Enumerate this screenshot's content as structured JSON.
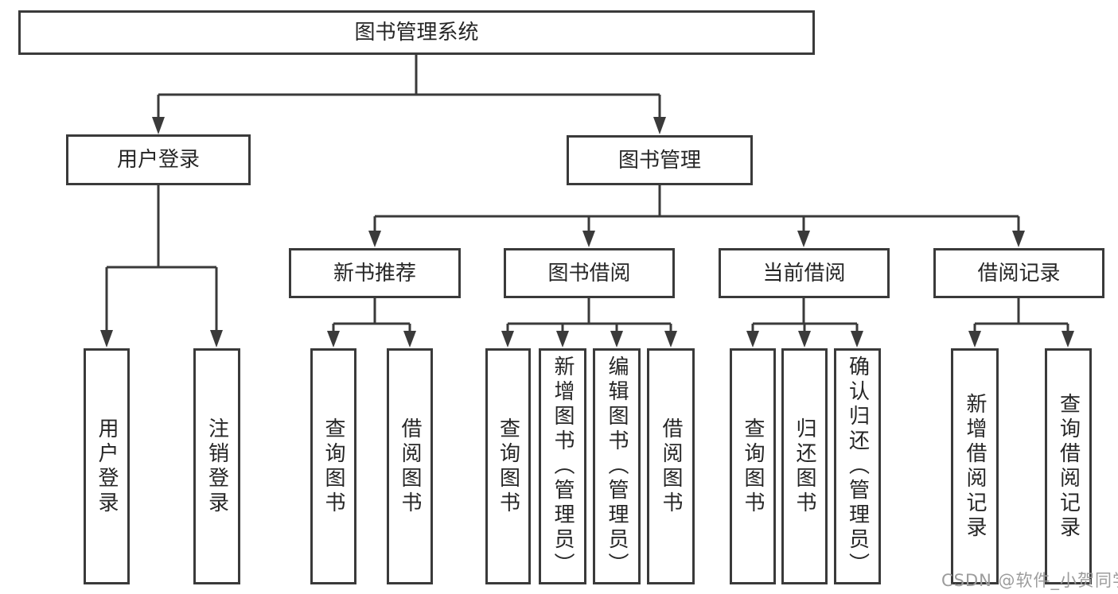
{
  "nodes": {
    "root": "图书管理系统",
    "level2": [
      "用户登录",
      "图书管理"
    ],
    "level3": [
      "新书推荐",
      "图书借阅",
      "当前借阅",
      "借阅记录"
    ],
    "leaves_user_login": [
      "用户登录",
      "注销登录"
    ],
    "leaves_new_book": [
      "查询图书",
      "借阅图书"
    ],
    "leaves_book_borrow": [
      "查询图书",
      "新增图书（管理员）",
      "编辑图书（管理员）",
      "借阅图书"
    ],
    "leaves_current_borrow": [
      "查询图书",
      "归还图书",
      "确认归还（管理员）"
    ],
    "leaves_borrow_record": [
      "新增借阅记录",
      "查询借阅记录"
    ]
  },
  "watermark": "CSDN @软件_小贺同学",
  "colors": {
    "line": "#3a3a3a",
    "text": "#262626",
    "background": "#ffffff",
    "watermark": "#9c9c9c"
  }
}
